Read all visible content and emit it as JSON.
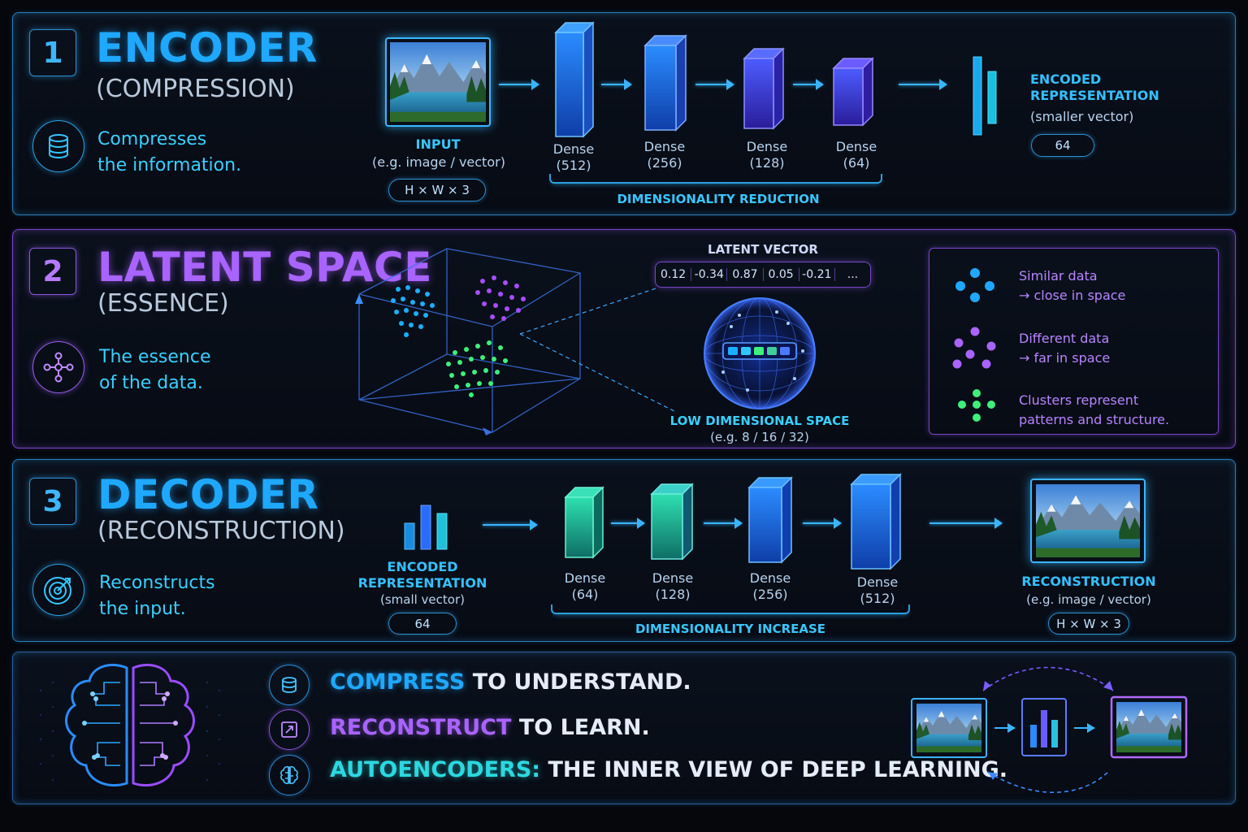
{
  "encoder": {
    "num": "1",
    "title": "ENCODER",
    "subtitle": "(COMPRESSION)",
    "desc_line1": "Compresses",
    "desc_line2": "the information.",
    "input_label": "INPUT",
    "input_sub": "(e.g. image / vector)",
    "input_dims": "H × W × 3",
    "layers": [
      {
        "name": "Dense",
        "size": "(512)"
      },
      {
        "name": "Dense",
        "size": "(256)"
      },
      {
        "name": "Dense",
        "size": "(128)"
      },
      {
        "name": "Dense",
        "size": "(64)"
      }
    ],
    "reduction_label": "DIMENSIONALITY REDUCTION",
    "output_label_1": "ENCODED",
    "output_label_2": "REPRESENTATION",
    "output_sub": "(smaller vector)",
    "output_dims": "64"
  },
  "latent": {
    "num": "2",
    "title": "LATENT SPACE",
    "subtitle": "(ESSENCE)",
    "desc_line1": "The essence",
    "desc_line2": "of the data.",
    "vector_label": "LATENT VECTOR",
    "vector_values": [
      "0.12",
      "-0.34",
      "0.87",
      "0.05",
      "-0.21",
      "..."
    ],
    "space_label": "LOW DIMENSIONAL SPACE",
    "space_sub": "(e.g. 8 / 16 / 32)",
    "legend": [
      {
        "line1": "Similar data",
        "line2": "→ close in space",
        "color": "#1fa8ff"
      },
      {
        "line1": "Different data",
        "line2": "→ far in space",
        "color": "#a963ff"
      },
      {
        "line1": "Clusters represent",
        "line2": "patterns and structure.",
        "color": "#3ef07a"
      }
    ]
  },
  "decoder": {
    "num": "3",
    "title": "DECODER",
    "subtitle": "(RECONSTRUCTION)",
    "desc_line1": "Reconstructs",
    "desc_line2": "the input.",
    "input_label_1": "ENCODED",
    "input_label_2": "REPRESENTATION",
    "input_sub": "(small vector)",
    "input_dims": "64",
    "layers": [
      {
        "name": "Dense",
        "size": "(64)"
      },
      {
        "name": "Dense",
        "size": "(128)"
      },
      {
        "name": "Dense",
        "size": "(256)"
      },
      {
        "name": "Dense",
        "size": "(512)"
      }
    ],
    "increase_label": "DIMENSIONALITY INCREASE",
    "output_label": "RECONSTRUCTION",
    "output_sub": "(e.g. image / vector)",
    "output_dims": "H × W × 3"
  },
  "summary": {
    "line1_key": "COMPRESS",
    "line1_rest": " TO UNDERSTAND.",
    "line2_key": "RECONSTRUCT",
    "line2_rest": " TO LEARN.",
    "line3_key": "AUTOENCODERS:",
    "line3_rest": " THE INNER VIEW OF DEEP LEARNING."
  },
  "colors": {
    "blue": "#1fa8ff",
    "purple": "#a963ff",
    "green": "#3ef07a",
    "cyan": "#2bd8e0"
  },
  "icons": {
    "encoder": "database-icon",
    "latent": "network-icon",
    "decoder": "target-icon",
    "summary1": "layers-icon",
    "summary2": "expand-icon",
    "summary3": "brain-icon"
  }
}
